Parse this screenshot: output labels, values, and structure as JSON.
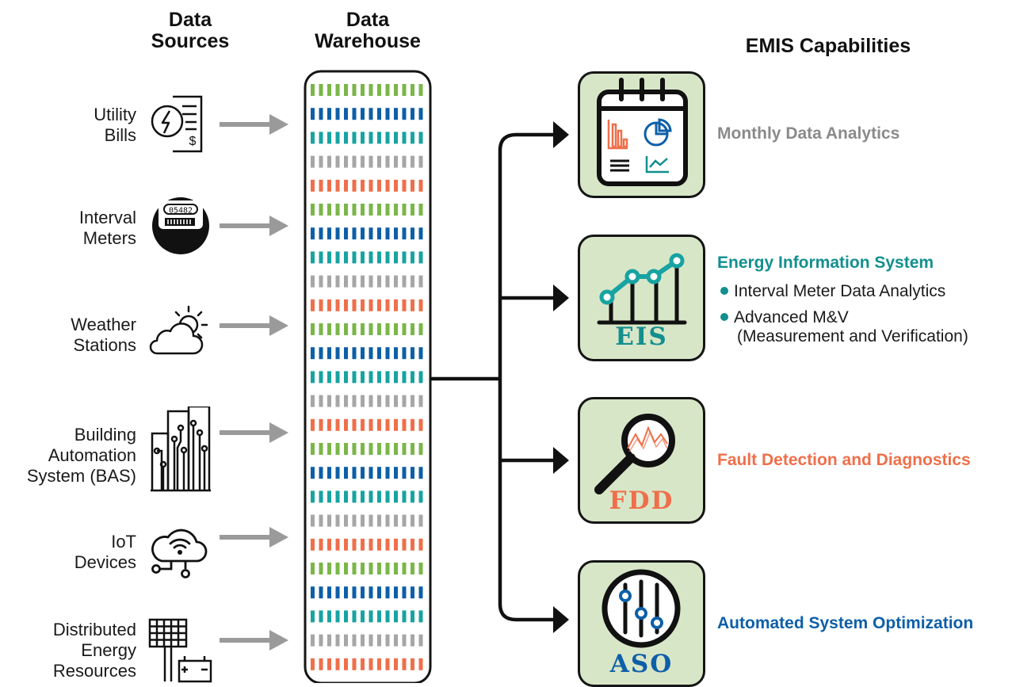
{
  "headers": {
    "data_sources": "Data Sources",
    "data_warehouse": "Data Warehouse",
    "emis_capabilities": "EMIS Capabilities"
  },
  "sources": [
    {
      "label_lines": [
        "Utility",
        "Bills"
      ],
      "icon": "utility-bill-icon"
    },
    {
      "label_lines": [
        "Interval",
        "Meters"
      ],
      "icon": "interval-meter-icon",
      "meter_reading": "05482"
    },
    {
      "label_lines": [
        "Weather",
        "Stations"
      ],
      "icon": "weather-cloud-sun-icon"
    },
    {
      "label_lines": [
        "Building",
        "Automation",
        "System (BAS)"
      ],
      "icon": "building-circuit-icon"
    },
    {
      "label_lines": [
        "IoT",
        "Devices"
      ],
      "icon": "iot-cloud-wifi-icon"
    },
    {
      "label_lines": [
        "Distributed",
        "Energy",
        "Resources"
      ],
      "icon": "solar-panel-battery-icon"
    }
  ],
  "warehouse": {
    "row_colors": [
      "#7ab648",
      "#0d5fa8",
      "#17a3a1",
      "#a6a6a6",
      "#ef6f4a"
    ],
    "row_count": 25
  },
  "capabilities": [
    {
      "title": "Monthly Data Analytics",
      "color": "#8a8a8a",
      "icon": "calendar-analytics-icon",
      "abbr": ""
    },
    {
      "title": "Energy Information System",
      "color": "#138f8f",
      "icon": "trend-graph-icon",
      "abbr": "EIS",
      "bullets": [
        "Interval Meter Data Analytics",
        "Advanced M&V"
      ],
      "bullet_continuation": "(Measurement and Verification)"
    },
    {
      "title": "Fault Detection and Diagnostics",
      "color": "#ef6f4a",
      "icon": "magnifier-icon",
      "abbr": "FDD"
    },
    {
      "title": "Automated System Optimization",
      "color": "#0d5fa8",
      "icon": "sliders-icon",
      "abbr": "ASO"
    }
  ]
}
